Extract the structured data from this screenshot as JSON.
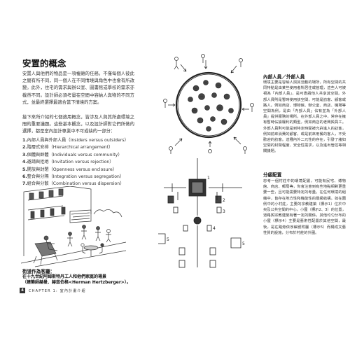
{
  "left_column": {
    "title": "安置的概念",
    "paragraph1": "安置人與他們的物品是一項複雜的任務。不僅每個人彼此之間有所不同，同一個人在不同情境與角色中也會有所改變。此外，住宅的需求與辦公室、圖書館或學校的需求亦截然不同。設計師必須考量在空間中容納人與物的不同方式，並最終選擇最適合當下情境的方案。",
    "paragraph2": "接下來所介紹的七個適用概念，皆涉及人與其所處環境之間的重要議題。這些基本觀念，以及設計師對它們所做的選擇，都是室內設計專業中不可或缺的一部分：",
    "list": [
      {
        "num": "1.",
        "text": "內部人員與外部人員（Insiders versus outsiders）"
      },
      {
        "num": "2.",
        "text": "階層式安排（Hierarchical arrangement）"
      },
      {
        "num": "3.",
        "text": "個體與群體（Individuals versus community）"
      },
      {
        "num": "4.",
        "text": "邀請與拒絕（Invitation versus rejection）"
      },
      {
        "num": "5.",
        "text": "開放與封閉（Openness versus enclosure）"
      },
      {
        "num": "6.",
        "text": "整合與分隔（Integration versus segregation）"
      },
      {
        "num": "7.",
        "text": "組合與分散（Combination versus dispersion）"
      }
    ],
    "caption": {
      "title": "街道作為客廳：",
      "line1": "在十九世紀阿姆斯特丹工人和他們家庭的場景",
      "line2": "（建築師赫曼．赫茲伯格<Herman Hertzberger>）。"
    }
  },
  "footer": {
    "page_number": "4",
    "chapter": "CHAPTER 1: 室內計畫介紹"
  },
  "right_column": {
    "section1": {
      "heading": "內部人員／外部人員",
      "text": "環境主要是容納人與其活動的場所，所有空間的共同特點是由某些使用者所居住或管理，這些人可被視為「內部人員」，是可邀請他人共享其空間。外部人員則是暫時使用該空間，可能是訪客、顧客或路人。例如商店、博物館、辦公室、商店、機場等空間為例，是由「內部人員」佔有並為「外部人員」提供服務的場所。在外部人員之中，常存在擁有暫時佔據權利的類型，例如商店的老闆與員工。外部人員則可能是到特定時間被允許進入的訪客，例如前來消費的顧客，或是前來用餐的客人，不受歡迎的訪客。這種內外二元性的存在，引發了諸如空間的封閉程度、安全性需求，以及進出管控等相關議題。"
    },
    "section2": {
      "heading": "分級配置",
      "text": "忠考一個村莊中的環境配置，可能有民宅、博物館、商店、郵局等，你會注意到有些地點相對更重要一些，且可能需要特定的考量。在任何環境的組織中，皆存在地方性和機能性的層級結構。如在圖例中的小村莊，主要的宗教建築（標示1）位於中央及公共空間的中心，小屋（標示2、3）的位置，道路與宗教建築有著一定的關係，其他均匀分布的小屋（標示4）主要是藝術性配置於其他空間，最後，是在路旁依序編號附屬（標示5）而構成文藝性質的設施，分布於村莊的外圍。"
    }
  }
}
